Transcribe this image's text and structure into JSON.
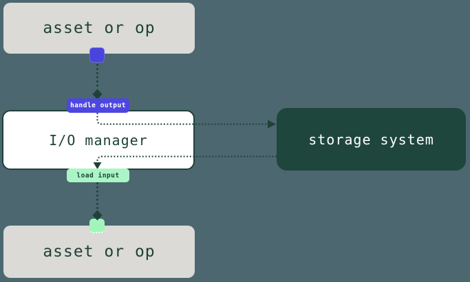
{
  "diagram": {
    "background": "#4c6770",
    "connector_color": "#1e4238",
    "nodes": {
      "asset_top": {
        "label": "asset or op",
        "fill": "#dbdad7",
        "text_color": "#1e4238"
      },
      "io_manager": {
        "label": "I/O manager",
        "fill": "#ffffff",
        "border_color": "#1e4238",
        "text_color": "#1e4238"
      },
      "storage_system": {
        "label": "storage system",
        "fill": "#1f463c",
        "text_color": "#ffffff"
      },
      "asset_bottom": {
        "label": "asset or op",
        "fill": "#dbdad7",
        "text_color": "#1e4238"
      }
    },
    "edges": {
      "handle_output": {
        "label": "handle output",
        "badge_color": "#4e46e0",
        "text_color": "#ffffff",
        "port_color": "#4a44de"
      },
      "load_input": {
        "label": "load input",
        "badge_color": "#aaf5c5",
        "text_color": "#1e4238",
        "port_color": "#a2f5ba"
      }
    }
  }
}
